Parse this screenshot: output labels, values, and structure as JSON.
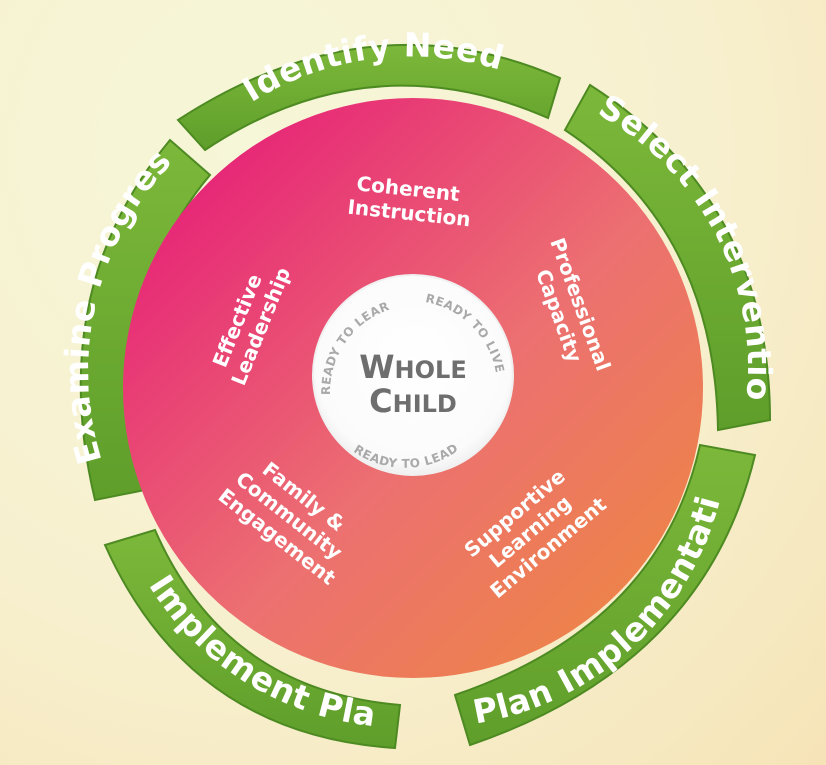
{
  "cycle": {
    "identify_needs": "Identify Needs",
    "select_interventions": "Select Interventions",
    "plan_implementation": "Plan Implementation",
    "implement_plan": "Implement Plan",
    "examine_progress": "Examine Progress"
  },
  "pillars": {
    "coherent_instruction": [
      "Coherent",
      "Instruction"
    ],
    "professional_capacity": [
      "Professional",
      "Capacity"
    ],
    "supportive_learning_environment": [
      "Supportive",
      "Learning",
      "Environment"
    ],
    "family_community_engagement": [
      "Family &",
      "Community",
      "Engagement"
    ],
    "effective_leadership": [
      "Effective",
      "Leadership"
    ]
  },
  "center": {
    "whole_w": "W",
    "whole_rest": "HOLE",
    "child_c": "C",
    "child_rest": "HILD",
    "ready_to_learn": "READY TO LEARN",
    "ready_to_live": "READY TO LIVE",
    "ready_to_lead": "READY TO LEAD"
  },
  "colors": {
    "arrow_green": "#6ea932",
    "arrow_green_dark": "#4d8a22",
    "circle_magenta": "#e41f7b",
    "circle_orange": "#ee8a3e",
    "center_white": "#ffffff"
  }
}
